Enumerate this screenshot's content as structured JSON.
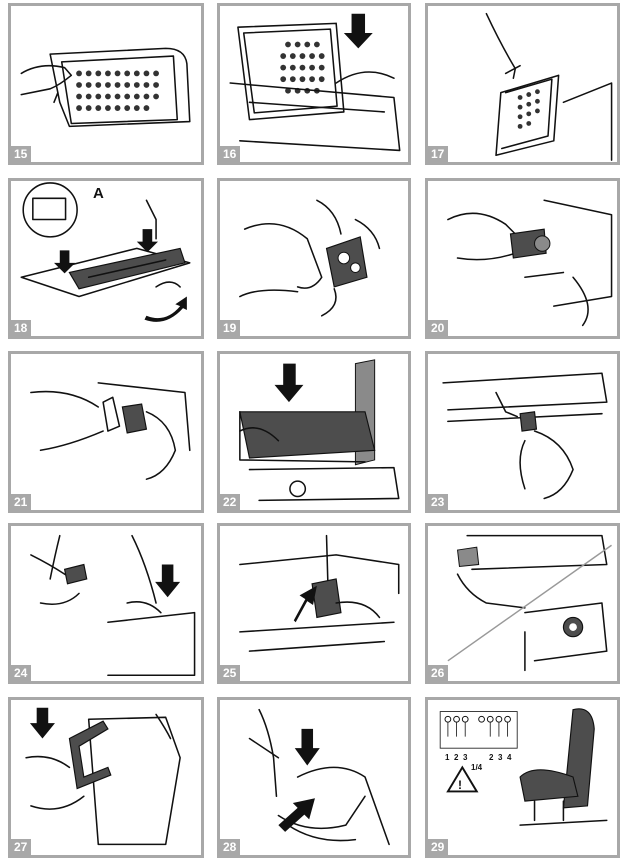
{
  "panels": [
    {
      "number": "15"
    },
    {
      "number": "16"
    },
    {
      "number": "17"
    },
    {
      "number": "18",
      "callout": "A"
    },
    {
      "number": "19"
    },
    {
      "number": "20"
    },
    {
      "number": "21"
    },
    {
      "number": "22"
    },
    {
      "number": "23"
    },
    {
      "number": "24"
    },
    {
      "number": "25"
    },
    {
      "number": "26"
    },
    {
      "number": "27"
    },
    {
      "number": "28"
    },
    {
      "number": "29",
      "position_labels": [
        "1",
        "2",
        "3",
        "2",
        "3",
        "4"
      ],
      "fraction": "1/4",
      "warning": "!"
    }
  ],
  "colors": {
    "border": "#a8a8a8",
    "ink": "#111111",
    "shade": "#4d4d4d"
  }
}
